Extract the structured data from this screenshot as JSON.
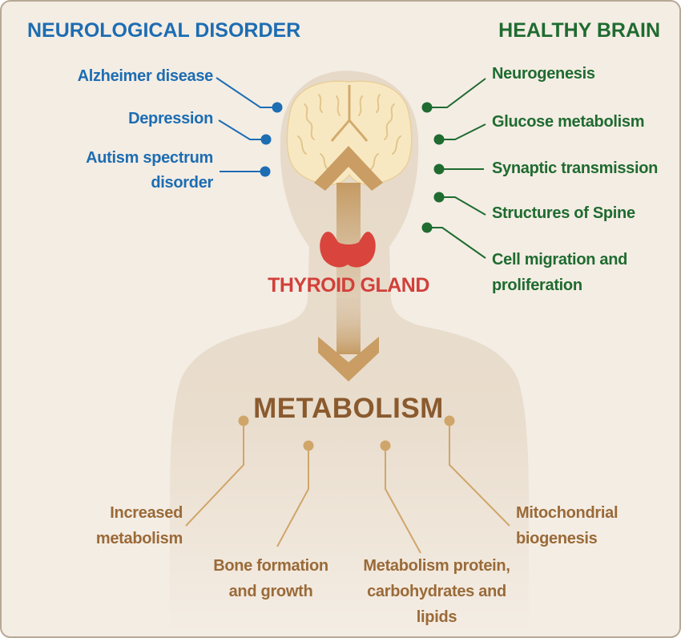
{
  "headings": {
    "left": "NEUROLOGICAL DISORDER",
    "right": "HEALTHY BRAIN"
  },
  "disorders": [
    {
      "lines": [
        "Alzheimer disease"
      ]
    },
    {
      "lines": [
        "Depression"
      ]
    },
    {
      "lines": [
        "Autism spectrum",
        "disorder"
      ]
    }
  ],
  "healthy": [
    {
      "lines": [
        "Neurogenesis"
      ]
    },
    {
      "lines": [
        "Glucose metabolism"
      ]
    },
    {
      "lines": [
        "Synaptic transmission"
      ]
    },
    {
      "lines": [
        "Structures of Spine"
      ]
    },
    {
      "lines": [
        "Cell migration and",
        "proliferation"
      ]
    }
  ],
  "center": {
    "thyroid": "THYROID GLAND",
    "metabolism": "METABOLISM"
  },
  "metabolic_effects": [
    {
      "lines": [
        "Increased",
        "metabolism"
      ]
    },
    {
      "lines": [
        "Bone formation",
        "and growth"
      ]
    },
    {
      "lines": [
        "Metabolism protein,",
        "carbohydrates and",
        "lipids"
      ]
    },
    {
      "lines": [
        "Mitochondrial",
        "biogenesis"
      ]
    }
  ],
  "colors": {
    "disorder": "#1d6db2",
    "healthy": "#1f6b30",
    "thyroid": "#d2403a",
    "metabolism": "#8a5a2e",
    "effects": "#9a6a38",
    "background": "#f4ede4",
    "silhouette": "#e6d8c6"
  }
}
